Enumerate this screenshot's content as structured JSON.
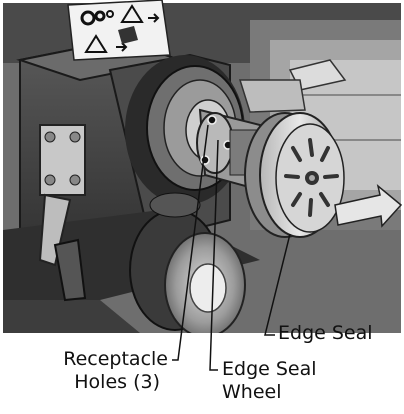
{
  "labels": {
    "edge_seal": "Edge Seal",
    "receptacle_line1": "Receptacle",
    "receptacle_line2": "Holes (3)",
    "edge_seal_wheel_line1": "Edge Seal",
    "edge_seal_wheel_line2": "Wheel"
  },
  "colors": {
    "machine_dark": "#3c3c3c",
    "machine_mid": "#8a8a8a",
    "machine_light": "#d2d2d2",
    "background": "#ffffff"
  },
  "icons": [
    "warning-triangle-icon",
    "gear-hazard-icon",
    "arrow-icon"
  ]
}
